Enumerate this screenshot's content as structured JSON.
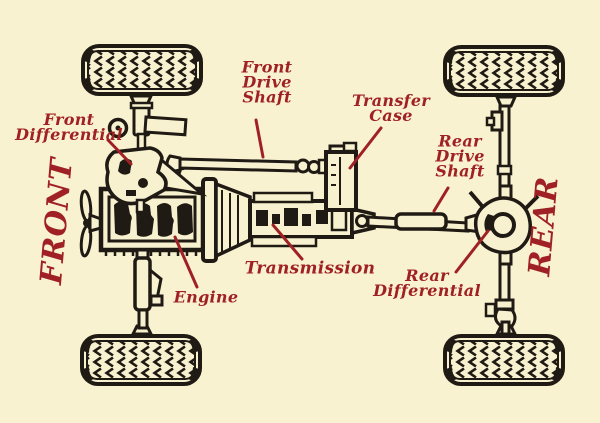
{
  "colors": {
    "background": "#f8f2d1",
    "label_red": "#a02125",
    "ink": "#201a14"
  },
  "side_markers": {
    "front": "FRONT",
    "rear": "REAR"
  },
  "labels": {
    "front_differential": {
      "lines": [
        "Front",
        "Differential"
      ]
    },
    "front_drive_shaft": {
      "lines": [
        "Front",
        "Drive",
        "Shaft"
      ]
    },
    "transfer_case": {
      "lines": [
        "Transfer",
        "Case"
      ]
    },
    "rear_drive_shaft": {
      "lines": [
        "Rear",
        "Drive",
        "Shaft"
      ]
    },
    "rear_differential": {
      "lines": [
        "Rear",
        "Differential"
      ]
    },
    "transmission": {
      "lines": [
        "Transmission"
      ]
    },
    "engine": {
      "lines": [
        "Engine"
      ]
    }
  }
}
